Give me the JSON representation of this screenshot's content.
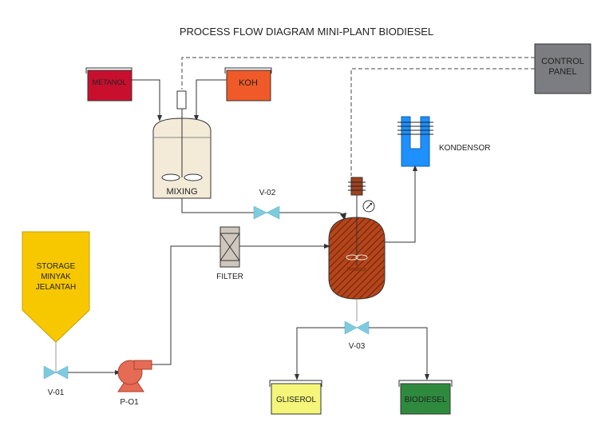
{
  "title": "PROCESS FLOW DIAGRAM MINI-PLANT BIODIESEL",
  "labels": {
    "metanol": "METANOL",
    "koh": "KOH",
    "mixing": "MIXING",
    "control_panel_line1": "CONTROL",
    "control_panel_line2": "PANEL",
    "kondensor": "KONDENSOR",
    "storage_line1": "STORAGE",
    "storage_line2": "MINYAK",
    "storage_line3": "JELANTAH",
    "filter": "FILTER",
    "reactor": "Reaktor",
    "v01": "V-01",
    "v02": "V-02",
    "v03": "V-03",
    "pump": "P-O1",
    "gliserol": "GLISEROL",
    "biodiesel": "BIODIESEL"
  },
  "colors": {
    "metanol": "#c8102e",
    "koh": "#f05a28",
    "mixing": "#f3ead8",
    "control_panel": "#7b7d80",
    "kondensor": "#1e90ff",
    "storage": "#f7c800",
    "filter": "#cfc7bd",
    "reactor": "#b5451b",
    "valve": "#7ecbe0",
    "pump": "#e66b55",
    "gliserol": "#f5f57a",
    "biodiesel": "#2e8b3e"
  }
}
